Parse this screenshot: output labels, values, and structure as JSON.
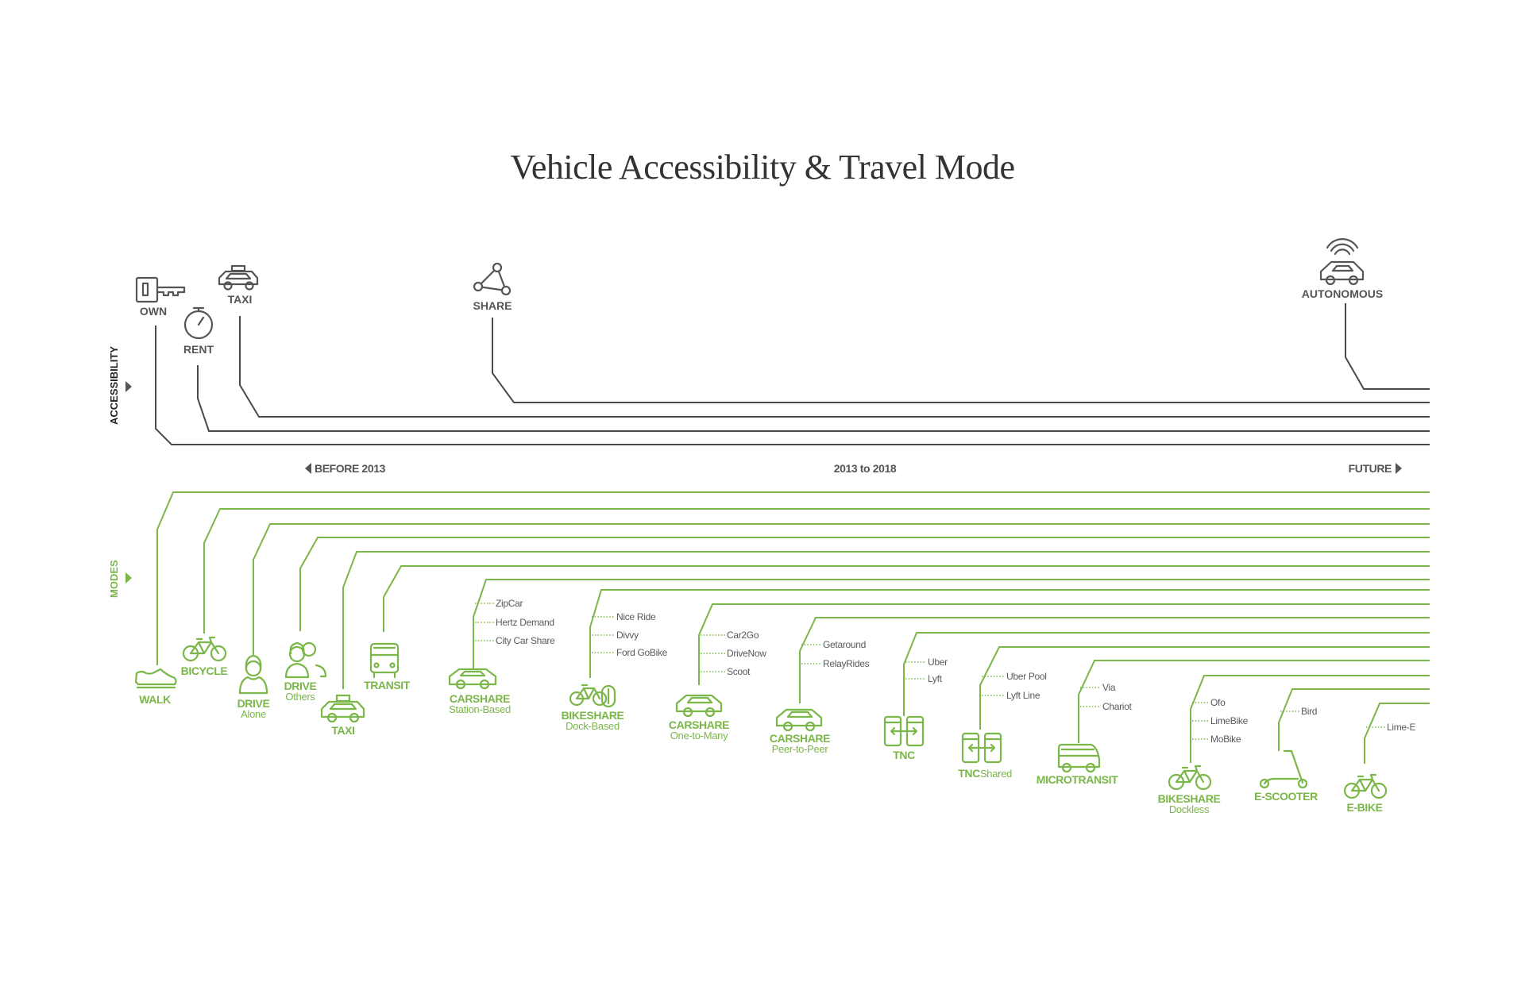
{
  "title": "Vehicle Accessibility & Travel Mode",
  "axis_labels": {
    "accessibility": "ACCESSIBILITY",
    "modes": "MODES"
  },
  "eras": {
    "before": "BEFORE 2013",
    "middle": "2013 to 2018",
    "future": "FUTURE"
  },
  "accessibility": {
    "own": "OWN",
    "rent": "RENT",
    "taxi": "TAXI",
    "share": "SHARE",
    "autonomous": "AUTONOMOUS"
  },
  "modes": {
    "walk": {
      "label": "WALK"
    },
    "bicycle": {
      "label": "BICYCLE"
    },
    "drive_alone": {
      "label": "DRIVE",
      "sub": "Alone"
    },
    "drive_others": {
      "label": "DRIVE",
      "sub": "Others"
    },
    "taxi": {
      "label": "TAXI"
    },
    "transit": {
      "label": "TRANSIT"
    },
    "carshare_station": {
      "label": "CARSHARE",
      "sub": "Station-Based",
      "providers": [
        "ZipCar",
        "Hertz Demand",
        "City Car Share"
      ]
    },
    "bikeshare_dock": {
      "label": "BIKESHARE",
      "sub": "Dock-Based",
      "providers": [
        "Nice Ride",
        "Divvy",
        "Ford GoBike"
      ]
    },
    "carshare_one": {
      "label": "CARSHARE",
      "sub": "One-to-Many",
      "providers": [
        "Car2Go",
        "DriveNow",
        "Scoot"
      ]
    },
    "carshare_peer": {
      "label": "CARSHARE",
      "sub": "Peer-to-Peer",
      "providers": [
        "Getaround",
        "RelayRides"
      ]
    },
    "tnc": {
      "label": "TNC",
      "providers": [
        "Uber",
        "Lyft"
      ]
    },
    "tnc_shared": {
      "label": "TNC",
      "sub": "Shared",
      "providers": [
        "Uber Pool",
        "Lyft Line"
      ]
    },
    "microtransit": {
      "label": "MICROTRANSIT",
      "providers": [
        "Via",
        "Chariot"
      ]
    },
    "bikeshare_dockless": {
      "label": "BIKESHARE",
      "sub": "Dockless",
      "providers": [
        "Ofo",
        "LimeBike",
        "MoBike"
      ]
    },
    "escooter": {
      "label": "E-SCOOTER",
      "providers": [
        "Bird"
      ]
    },
    "ebike": {
      "label": "E-BIKE",
      "providers": [
        "Lime-E"
      ]
    }
  },
  "colors": {
    "green": "#7ab648",
    "gray": "#4a4a4a",
    "title": "#333333"
  }
}
